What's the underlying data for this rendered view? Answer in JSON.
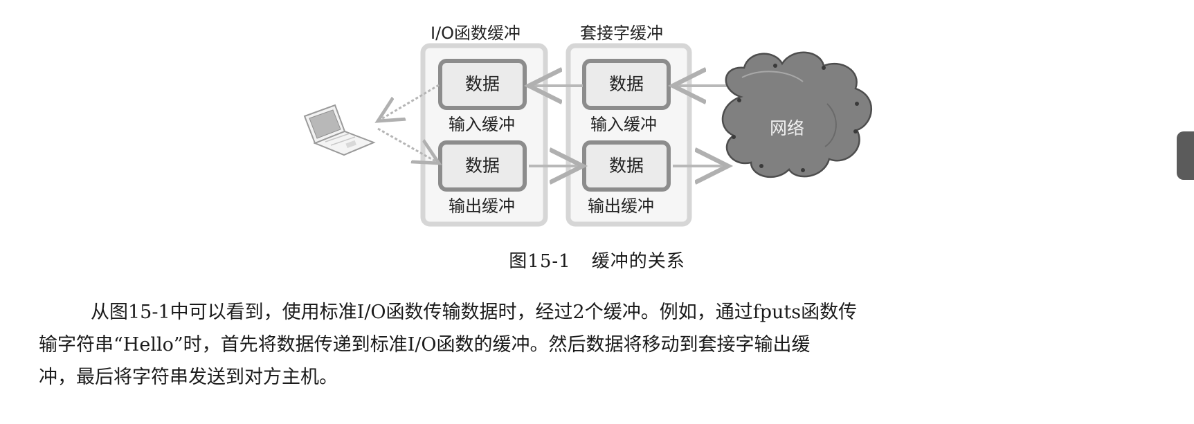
{
  "figure": {
    "io_buffer_title": "I/O函数缓冲",
    "socket_buffer_title": "套接字缓冲",
    "data_label": "数据",
    "input_buffer_label": "输入缓冲",
    "output_buffer_label": "输出缓冲",
    "network_label": "网络",
    "caption_number": "图15-1",
    "caption_text": "缓冲的关系"
  },
  "body": {
    "line1": "从图15-1中可以看到，使用标准I/O函数传输数据时，经过2个缓冲。例如，通过fputs函数传",
    "line2": "输字符串“Hello”时，首先将数据传递到标准I/O函数的缓冲。然后数据将移动到套接字输出缓",
    "line3": "冲，最后将字符串发送到对方主机。"
  },
  "colors": {
    "outer_box": "#d9d9d9",
    "data_box_border": "#8a8a8a",
    "data_box_fill": "#ececec",
    "cloud_fill": "#7d7d7d",
    "arrow": "#b5b5b5"
  },
  "icons": {
    "laptop": "laptop-icon",
    "cloud": "network-cloud-icon"
  }
}
